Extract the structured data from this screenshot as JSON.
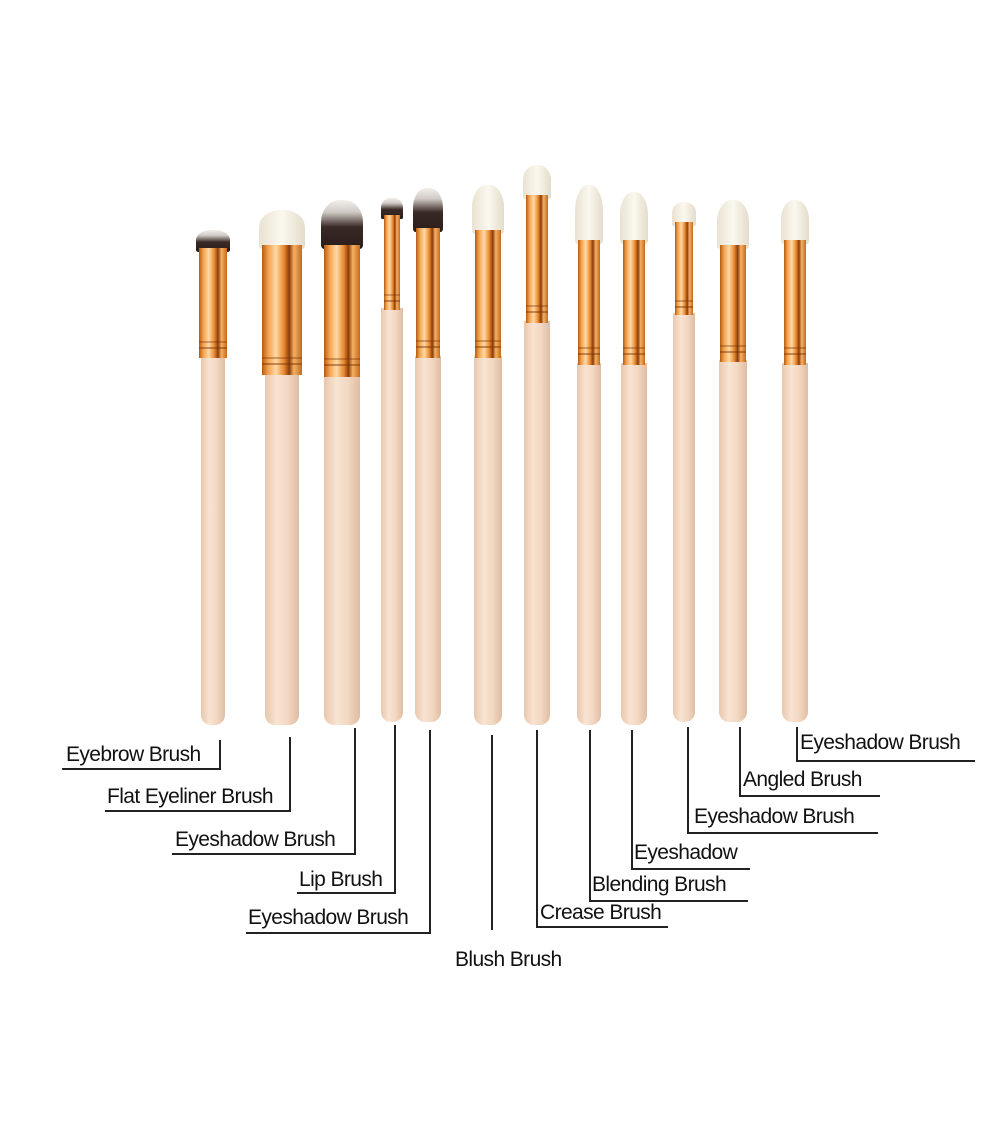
{
  "labels": {
    "eyebrow": "Eyebrow Brush",
    "flat_eyeliner": "Flat Eyeliner Brush",
    "eyeshadow_1": "Eyeshadow Brush",
    "lip": "Lip Brush",
    "eyeshadow_2": "Eyeshadow Brush",
    "blush": "Blush Brush",
    "crease": "Crease Brush",
    "blending": "Blending Brush",
    "eyeshadow_3": "Eyeshadow",
    "eyeshadow_4": "Eyeshadow Brush",
    "angled": "Angled Brush",
    "eyeshadow_5": "Eyeshadow Brush"
  }
}
